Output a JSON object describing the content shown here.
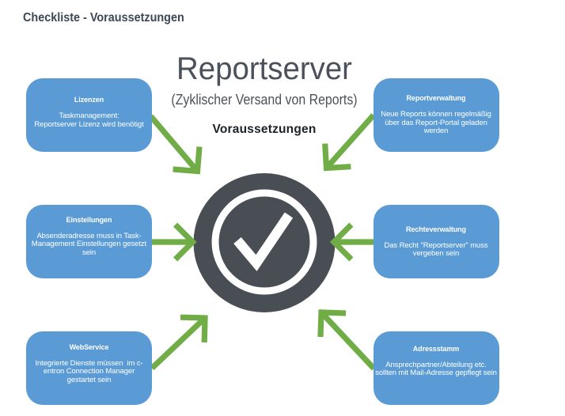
{
  "page": {
    "heading": "Checkliste - Voraussetzungen"
  },
  "center": {
    "title": "Reportserver",
    "subtitle": "(Zyklischer Versand von Reports)",
    "caption": "Voraussetzungen",
    "icon": "check-circle"
  },
  "colors": {
    "box_blue": "#5b9bd5",
    "arrow_green": "#70ad47",
    "circle_gray": "#484e53",
    "heading_dark": "#3d4854"
  },
  "boxes": [
    {
      "id": "lizenzen",
      "title": "Lizenzen",
      "body": "Taskmanagement:\nReportserver Lizenz wird benötigt"
    },
    {
      "id": "einstellungen",
      "title": "Einstellungen",
      "body": "Absenderadresse muss in Task-\nManagement Einstellungen gesetzt\nsein"
    },
    {
      "id": "webservice",
      "title": "WebService",
      "body": "Integrierte Dienste müssen  im c-\nentron Connection Manager\ngestartet sein"
    },
    {
      "id": "reportverwaltung",
      "title": "Reportverwaltung",
      "body": "Neue Reports können regelmäßig\nüber das Report-Portal geladen\nwerden"
    },
    {
      "id": "rechteverwaltung",
      "title": "Rechteverwaltung",
      "body": "Das Recht \"Reportserver\" muss\nvergeben sein"
    },
    {
      "id": "adressstamm",
      "title": "Adressstamm",
      "body": "Ansprechpartner/Abteilung etc.\nsollten mit Mail-Adresse gepflegt sein"
    }
  ]
}
